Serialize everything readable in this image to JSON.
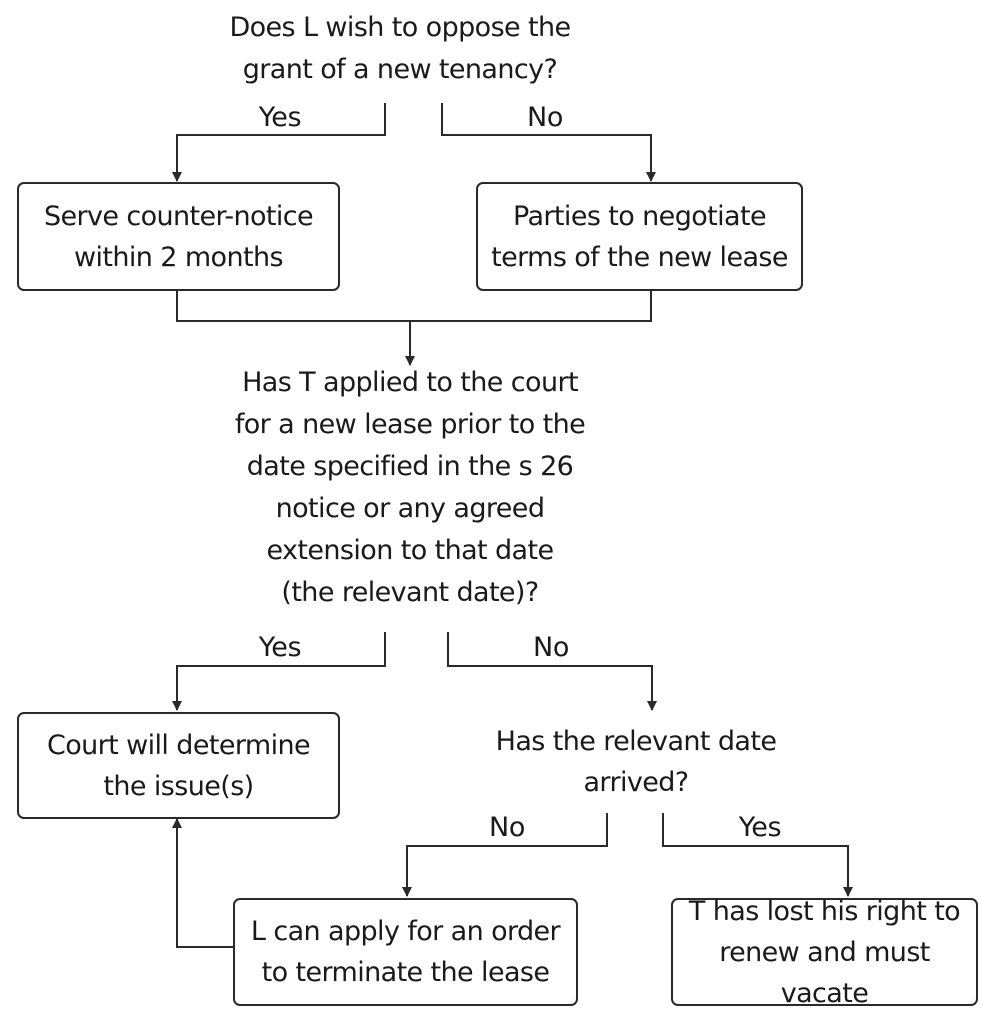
{
  "q1": "Does L wish to oppose the\ngrant of a new tenancy?",
  "q1_yes": "Yes",
  "q1_no": "No",
  "box_serve": "Serve counter-notice\nwithin 2 months",
  "box_negotiate": "Parties to negotiate\nterms of the new lease",
  "q2": "Has T applied to the court\nfor a new lease prior to the\ndate specified in the s 26\nnotice or any agreed\nextension to that date\n(the relevant date)?",
  "q2_yes": "Yes",
  "q2_no": "No",
  "box_court": "Court will determine\nthe issue(s)",
  "q3": "Has the relevant date\narrived?",
  "q3_no": "No",
  "q3_yes": "Yes",
  "box_terminate": "L can apply for an order\nto terminate the lease",
  "box_lost": "T has lost his right to\nrenew and must vacate"
}
